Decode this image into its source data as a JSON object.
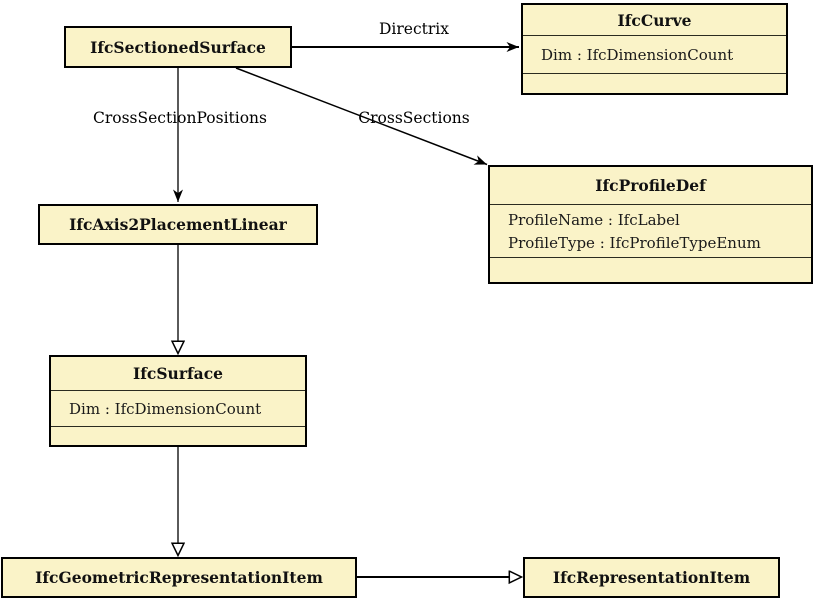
{
  "diagram_type": "uml-class-diagram",
  "colors": {
    "node_fill": "#FAF3C8",
    "node_border": "#000000",
    "line": "#000000",
    "background": "#FFFFFF"
  },
  "nodes": {
    "sectioned_surface": {
      "title": "IfcSectionedSurface",
      "attributes": []
    },
    "curve": {
      "title": "IfcCurve",
      "attributes": [
        "Dim : IfcDimensionCount"
      ]
    },
    "profile_def": {
      "title": "IfcProfileDef",
      "attributes": [
        "ProfileName : IfcLabel",
        "ProfileType : IfcProfileTypeEnum"
      ]
    },
    "axis2placement_linear": {
      "title": "IfcAxis2PlacementLinear",
      "attributes": []
    },
    "surface": {
      "title": "IfcSurface",
      "attributes": [
        "Dim : IfcDimensionCount"
      ]
    },
    "geometric_representation_item": {
      "title": "IfcGeometricRepresentationItem",
      "attributes": []
    },
    "representation_item": {
      "title": "IfcRepresentationItem",
      "attributes": []
    }
  },
  "edges": {
    "directrix": {
      "label": "Directrix",
      "from": "IfcSectionedSurface",
      "to": "IfcCurve",
      "arrow": "filled"
    },
    "cross_section_positions": {
      "label": "CrossSectionPositions",
      "from": "IfcSectionedSurface",
      "to": "IfcAxis2PlacementLinear",
      "arrow": "filled"
    },
    "cross_sections": {
      "label": "CrossSections",
      "from": "IfcSectionedSurface",
      "to": "IfcProfileDef",
      "arrow": "filled"
    },
    "surface_supertype": {
      "label": "",
      "from": "IfcSectionedSurface",
      "to": "IfcSurface",
      "arrow": "hollow-triangle"
    },
    "geometric_item_supertype": {
      "label": "",
      "from": "IfcSurface",
      "to": "IfcGeometricRepresentationItem",
      "arrow": "hollow-triangle"
    },
    "representation_item_supertype": {
      "label": "",
      "from": "IfcGeometricRepresentationItem",
      "to": "IfcRepresentationItem",
      "arrow": "hollow-triangle"
    }
  }
}
